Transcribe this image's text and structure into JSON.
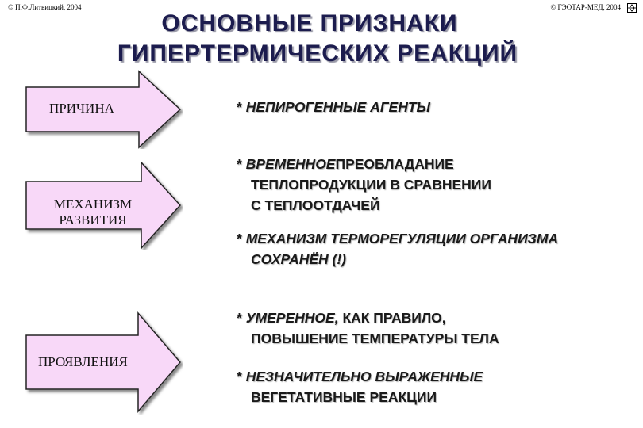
{
  "header": {
    "copyright_left": "© П.Ф.Литвицкий, 2004",
    "copyright_right": "© ГЭОТАР-МЕД, 2004",
    "title_line1": "ОСНОВНЫЕ ПРИЗНАКИ",
    "title_line2": "ГИПЕРТЕРМИЧЕСКИХ  РЕАКЦИЙ",
    "nav_icon": "document-nav-icon"
  },
  "arrows": {
    "cause": "ПРИЧИНА",
    "mechanism_line1": "МЕХАНИЗМ",
    "mechanism_line2": "РАЗВИТИЯ",
    "manifestation": "ПРОЯВЛЕНИЯ",
    "fill_color": "#f8d8f8"
  },
  "points": {
    "p1_marker": "*",
    "p1_text": "НЕПИРОГЕННЫЕ АГЕНТЫ",
    "p2_marker": "*",
    "p2_em": "ВРЕМЕННОЕ",
    "p2_rest": "ПРЕОБЛАДАНИЕ",
    "p2_line2": "ТЕПЛОПРОДУКЦИИ  В  СРАВНЕНИИ",
    "p2_line3": "С  ТЕПЛООТДАЧЕЙ",
    "p3_marker": "*",
    "p3_line1": "МЕХАНИЗМ ТЕРМОРЕГУЛЯЦИИ ОРГАНИЗМА",
    "p3_line2": "СОХРАНЁН (!)",
    "p4_marker": "*",
    "p4_em": "УМЕРЕННОЕ,",
    "p4_rest": "КАК   ПРАВИЛО,",
    "p4_line2": "ПОВЫШЕНИЕ  ТЕМПЕРАТУРЫ  ТЕЛА",
    "p5_marker": "*",
    "p5_em": "НЕЗНАЧИТЕЛЬНО  ВЫРАЖЕННЫЕ",
    "p5_line2": "ВЕГЕТАТИВНЫЕ    РЕАКЦИИ"
  }
}
